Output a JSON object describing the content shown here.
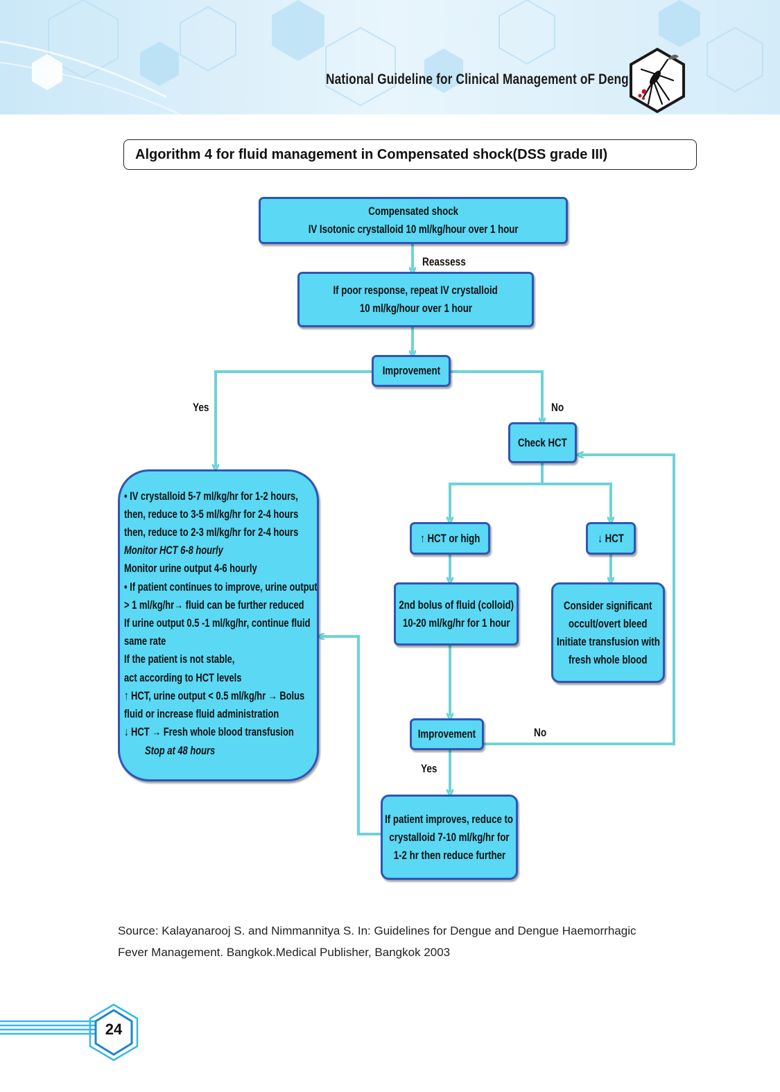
{
  "header": {
    "title": "National Guideline for Clinical Management oF Dengue"
  },
  "algorithm_title": "Algorithm 4   for fluid management in Compensated shock(DSS grade III)",
  "flow": {
    "start": [
      "Compensated shock",
      "IV Isotonic crystalloid 10 ml/kg/hour over 1 hour"
    ],
    "reassess_label": "Reassess",
    "repeat": [
      "If poor response, repeat IV crystalloid",
      "10 ml/kg/hour over 1 hour"
    ],
    "improvement_1": "Improvement",
    "yes_label_1": "Yes",
    "no_label_1": "No",
    "check_hct": "Check HCT",
    "hct_high": "↑ HCT or high",
    "hct_low": "↓ HCT",
    "second_bolus": [
      "2nd bolus of fluid (colloid)",
      "10-20 ml/kg/hr for 1 hour"
    ],
    "bleed": [
      "Consider significant",
      "occult/overt bleed",
      "Initiate transfusion with",
      "fresh whole blood"
    ],
    "improvement_2": "Improvement",
    "no_label_2": "No",
    "yes_label_2": "Yes",
    "reduce": [
      "If patient improves, reduce to",
      "crystalloid 7-10 ml/kg/hr for",
      "1-2 hr then reduce further"
    ],
    "yes_branch": [
      "• IV crystalloid 5-7 ml/kg/hr for 1-2 hours,",
      "then, reduce to 3-5 ml/kg/hr for 2-4 hours",
      "then, reduce to 2-3 ml/kg/hr for 2-4 hours",
      "Monitor HCT 6-8 hourly",
      "Monitor  urine output   4-6 hourly",
      "• If patient continues to improve, urine output",
      "> 1 ml/kg/hr→ fluid can be further reduced",
      "If urine output  0.5 -1 ml/kg/hr, continue fluid",
      "same rate",
      "If the patient is not stable,",
      "act according to HCT levels",
      "↑ HCT, urine output < 0.5 ml/kg/hr → Bolus",
      "fluid or increase fluid administration",
      "↓ HCT → Fresh whole blood transfusion",
      "Stop at 48 hours"
    ]
  },
  "source": [
    "Source: Kalayanarooj S. and Nimmannitya S. In: Guidelines for Dengue and Dengue Haemorrhagic",
    "Fever Management. Bangkok.Medical Publisher, Bangkok 2003"
  ],
  "page_number": "24",
  "colors": {
    "box_fill": "#5ad8f4",
    "box_border": "#2f55b7",
    "arrow": "#6fd3d6",
    "banner": "#dff0fb"
  }
}
